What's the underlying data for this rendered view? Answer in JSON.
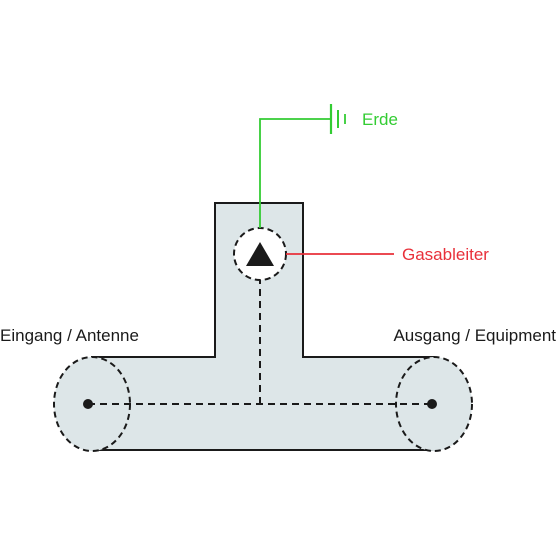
{
  "labels": {
    "ground": "Erde",
    "arrester": "Gasableiter",
    "input": "Eingang / Antenne",
    "output": "Ausgang / Equipment"
  },
  "colors": {
    "ground": "#33cc33",
    "arrester": "#e8303a",
    "body_fill": "#dde6e8",
    "outline": "#1a1a1a",
    "text": "#1a1a1a"
  },
  "icons": [
    "ground-symbol-icon",
    "arrow-up-icon",
    "connector-dot-icon"
  ]
}
